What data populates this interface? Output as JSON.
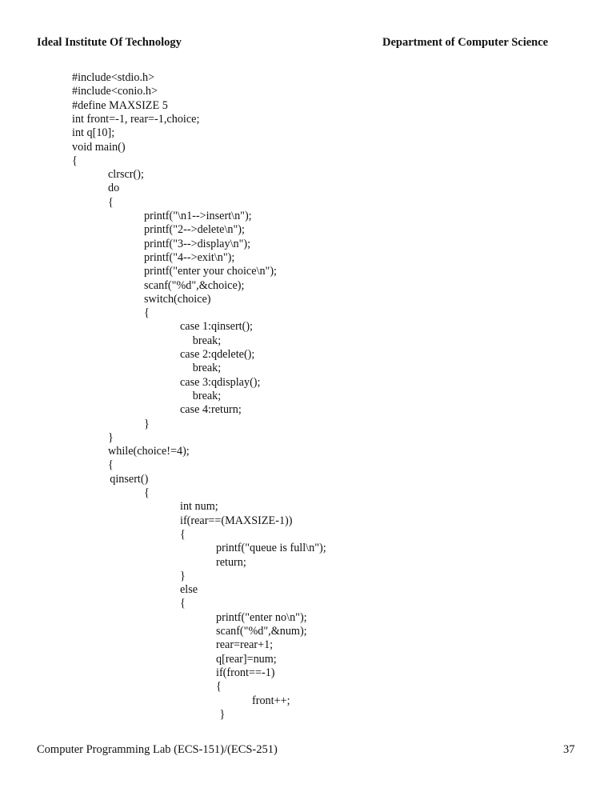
{
  "header": {
    "left": "Ideal Institute Of Technology",
    "right": "Department of Computer Science"
  },
  "code": {
    "lines": [
      {
        "indent": 0,
        "text": "#include<stdio.h>"
      },
      {
        "indent": 0,
        "text": "#include<conio.h>"
      },
      {
        "indent": 0,
        "text": "#define MAXSIZE 5"
      },
      {
        "indent": 0,
        "text": "int front=-1, rear=-1,choice;"
      },
      {
        "indent": 0,
        "text": "int q[10];"
      },
      {
        "indent": 0,
        "text": "void main()"
      },
      {
        "indent": 0,
        "text": "{"
      },
      {
        "indent": 1,
        "text": "clrscr();"
      },
      {
        "indent": 1,
        "text": "do"
      },
      {
        "indent": 1,
        "text": "{"
      },
      {
        "indent": 2,
        "text": "printf(\"\\n1-->insert\\n\");"
      },
      {
        "indent": 2,
        "text": "printf(\"2-->delete\\n\");"
      },
      {
        "indent": 2,
        "text": "printf(\"3-->display\\n\");"
      },
      {
        "indent": 2,
        "text": "printf(\"4-->exit\\n\");"
      },
      {
        "indent": 2,
        "text": "printf(\"enter your choice\\n\");"
      },
      {
        "indent": 2,
        "text": "scanf(\"%d\",&choice);"
      },
      {
        "indent": 2,
        "text": "switch(choice)"
      },
      {
        "indent": 2,
        "text": "{"
      },
      {
        "indent": 3,
        "text": "case 1:qinsert();"
      },
      {
        "indent": 3.35,
        "text": "break;"
      },
      {
        "indent": 3,
        "text": "case 2:qdelete();"
      },
      {
        "indent": 3.35,
        "text": "break;"
      },
      {
        "indent": 3,
        "text": "case 3:qdisplay();"
      },
      {
        "indent": 3.35,
        "text": "break;"
      },
      {
        "indent": 3,
        "text": "case 4:return;"
      },
      {
        "indent": 2,
        "text": "}"
      },
      {
        "indent": 1,
        "text": "}"
      },
      {
        "indent": 1,
        "text": "while(choice!=4);"
      },
      {
        "indent": 1,
        "text": "{"
      },
      {
        "indent": 1.05,
        "text": "qinsert()"
      },
      {
        "indent": 2,
        "text": "{"
      },
      {
        "indent": 3,
        "text": "int num;"
      },
      {
        "indent": 3,
        "text": "if(rear==(MAXSIZE-1))"
      },
      {
        "indent": 3,
        "text": "{"
      },
      {
        "indent": 4,
        "text": "printf(\"queue is full\\n\");"
      },
      {
        "indent": 4,
        "text": "return;"
      },
      {
        "indent": 3,
        "text": "}"
      },
      {
        "indent": 3,
        "text": "else"
      },
      {
        "indent": 3,
        "text": "{"
      },
      {
        "indent": 4,
        "text": "printf(\"enter no\\n\");"
      },
      {
        "indent": 4,
        "text": "scanf(\"%d\",&num);"
      },
      {
        "indent": 4,
        "text": "rear=rear+1;"
      },
      {
        "indent": 4,
        "text": "q[rear]=num;"
      },
      {
        "indent": 4,
        "text": "if(front==-1)"
      },
      {
        "indent": 4,
        "text": "{"
      },
      {
        "indent": 5,
        "text": "front++;"
      },
      {
        "indent": 4.1,
        "text": "}"
      }
    ]
  },
  "footer": {
    "left": "Computer Programming Lab (ECS-151)/(ECS-251)",
    "page_number": "37"
  }
}
